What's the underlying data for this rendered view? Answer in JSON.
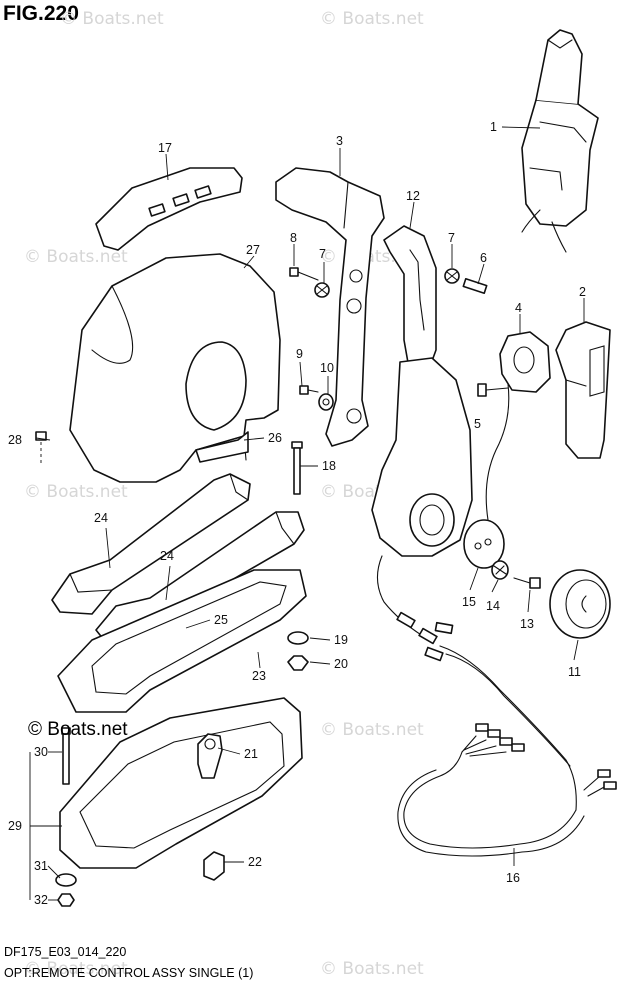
{
  "figure": {
    "title": "FIG.220",
    "code": "DF175_E03_014_220",
    "caption": "OPT:REMOTE CONTROL ASSY SINGLE (1)",
    "copyright": "© Boats.net",
    "watermark": "© Boats.net"
  },
  "callouts": [
    {
      "id": "1",
      "label": "1"
    },
    {
      "id": "2",
      "label": "2"
    },
    {
      "id": "3",
      "label": "3"
    },
    {
      "id": "4",
      "label": "4"
    },
    {
      "id": "5",
      "label": "5"
    },
    {
      "id": "6",
      "label": "6"
    },
    {
      "id": "7a",
      "label": "7"
    },
    {
      "id": "7b",
      "label": "7"
    },
    {
      "id": "8",
      "label": "8"
    },
    {
      "id": "9",
      "label": "9"
    },
    {
      "id": "10",
      "label": "10"
    },
    {
      "id": "11",
      "label": "11"
    },
    {
      "id": "12",
      "label": "12"
    },
    {
      "id": "13",
      "label": "13"
    },
    {
      "id": "14",
      "label": "14"
    },
    {
      "id": "15",
      "label": "15"
    },
    {
      "id": "16",
      "label": "16"
    },
    {
      "id": "17",
      "label": "17"
    },
    {
      "id": "18",
      "label": "18"
    },
    {
      "id": "19",
      "label": "19"
    },
    {
      "id": "20",
      "label": "20"
    },
    {
      "id": "21",
      "label": "21"
    },
    {
      "id": "22",
      "label": "22"
    },
    {
      "id": "23",
      "label": "23"
    },
    {
      "id": "24a",
      "label": "24"
    },
    {
      "id": "24b",
      "label": "24"
    },
    {
      "id": "25",
      "label": "25"
    },
    {
      "id": "26",
      "label": "26"
    },
    {
      "id": "27",
      "label": "27"
    },
    {
      "id": "28",
      "label": "28"
    },
    {
      "id": "29",
      "label": "29"
    },
    {
      "id": "30",
      "label": "30"
    },
    {
      "id": "31",
      "label": "31"
    },
    {
      "id": "32",
      "label": "32"
    }
  ]
}
